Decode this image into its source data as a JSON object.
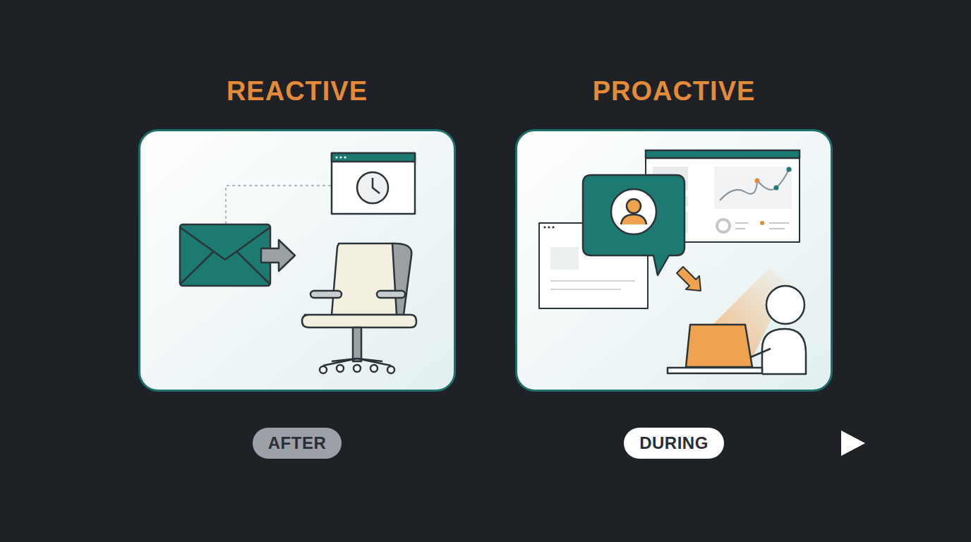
{
  "diagram": {
    "nodes": [
      {
        "text": [
          "REACTIVE"
        ]
      },
      {
        "text": [
          "PROACTIVE"
        ]
      },
      {
        "text": [
          "AFTER"
        ]
      },
      {
        "text": [
          "DURING"
        ]
      }
    ]
  }
}
